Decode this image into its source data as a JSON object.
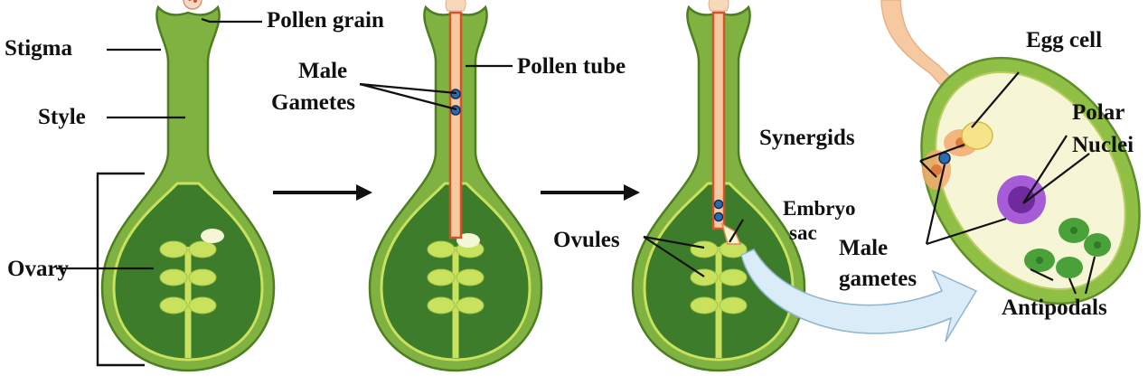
{
  "colors": {
    "pistil_outer": "#7fb241",
    "pistil_edge": "#4d7f22",
    "ovary_inner": "#3d7c2a",
    "ovule": "#c8e25e",
    "pollen_tube": "#f6c9a0",
    "tube_edge": "#d2542a",
    "nucleus_blue": "#2b6cb0",
    "polar_purple": "#8a3fb8",
    "antipodal_green": "#4aa13a",
    "embryo_sac": "#f6f6d6",
    "arrow_fill": "#d9ecf7"
  },
  "labels": {
    "pollen_grain": "Pollen grain",
    "stigma": "Stigma",
    "style": "Style",
    "ovary": "Ovary",
    "male_gametes_top": "Male",
    "male_gametes_bottom": "Gametes",
    "pollen_tube": "Pollen tube",
    "embryo_sac_top": "Embryo",
    "embryo_sac_bottom": "sac",
    "ovules": "Ovules",
    "egg_cell": "Egg cell",
    "synergids": "Synergids",
    "polar_nuclei_top": "Polar",
    "polar_nuclei_bottom": "Nuclei",
    "male_gametes2_top": "Male",
    "male_gametes2_bottom": "gametes",
    "antipodals": "Antipodals"
  }
}
